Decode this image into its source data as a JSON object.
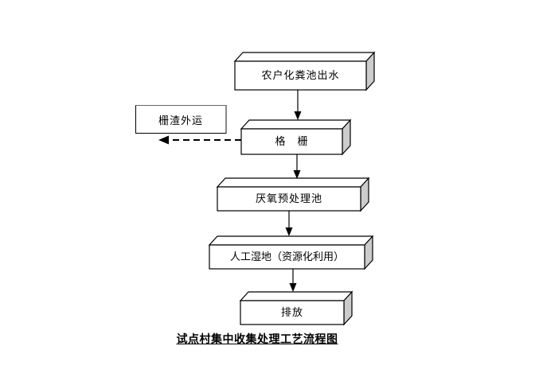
{
  "diagram": {
    "caption": "试点村集中收集处理工艺流程图",
    "nodes": {
      "septic_effluent": "农户化粪池出水",
      "screen": "格　栅",
      "screen_residue": "栅渣外运",
      "anaerobic_tank": "厌氧预处理池",
      "constructed_wetland": "人工湿地（资源化利用）",
      "discharge": "排放"
    },
    "colors": {
      "line": "#000000",
      "box_face": "#ffffff",
      "box_side_shade": "#cccccc",
      "residue_shadow": "#888888",
      "background": "#ffffff"
    }
  }
}
